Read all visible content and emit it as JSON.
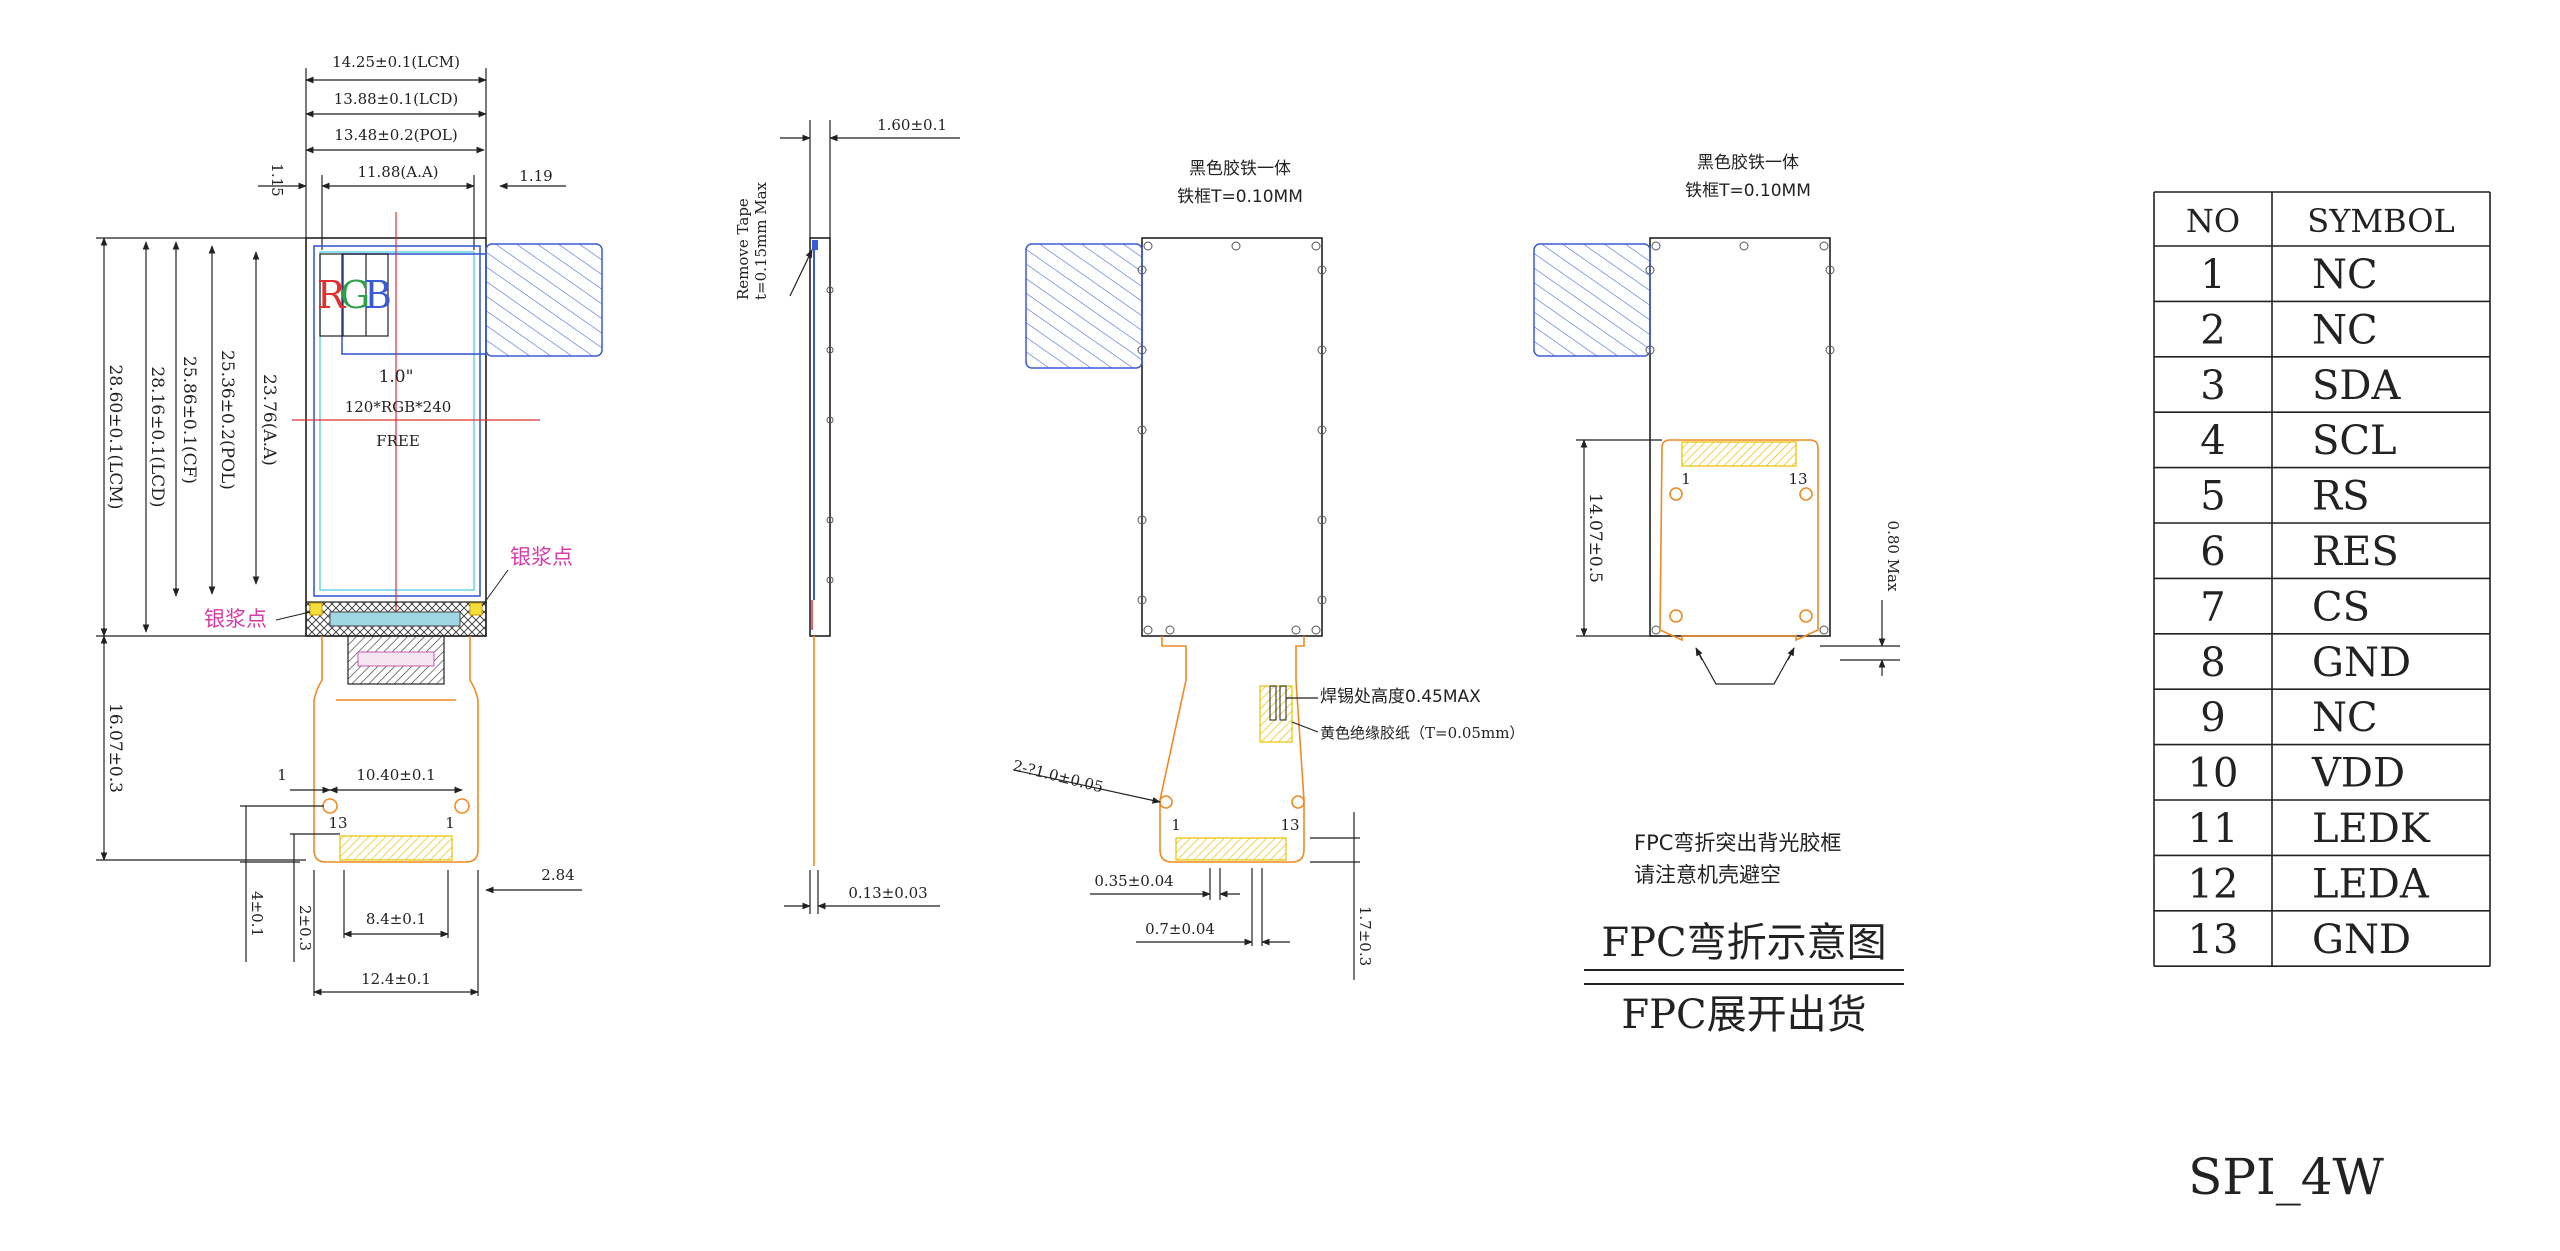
{
  "front_view": {
    "dims_top": [
      "14.25±0.1(LCM)",
      "13.88±0.1(LCD)",
      "13.48±0.2(POL)",
      "11.88(A.A)"
    ],
    "dim_left_gap": "1.15",
    "dim_right_gap": "1.19",
    "dims_vertical": [
      "28.60±0.1(LCM)",
      "28.16±0.1(LCD)",
      "25.86±0.1(CF)",
      "25.36±0.2(POL)",
      "23.76(A.A)"
    ],
    "dim_fpc_length": "16.07±0.3",
    "rgb_letters": [
      "R",
      "G",
      "B"
    ],
    "size_label": "1.0\"",
    "resolution_label": "120*RGB*240",
    "free_label": "FREE",
    "silver_dot_label_left": "银浆点",
    "silver_dot_label_right": "银浆点",
    "pin_first": "13",
    "pin_last": "1",
    "dim_hole_gap": "1",
    "dim_hole_pitch": "10.40±0.1",
    "dim_pad_span": "8.4±0.1",
    "dim_fpc_width": "12.4±0.1",
    "dim_4": "4±0.1",
    "dim_2": "2±0.3",
    "dim_284": "2.84"
  },
  "side_view": {
    "remove_tape": "Remove Tape",
    "tape_thickness": "t=0.15mm Max",
    "dim_thickness": "1.60±0.1",
    "dim_fpc_thickness": "0.13±0.03"
  },
  "back_view_unfolded": {
    "note_line1": "黑色胶铁一体",
    "note_line2": "铁框T=0.10MM",
    "solder_note": "焊锡处高度0.45MAX",
    "insulation_note": "黄色绝缘胶纸（T=0.05mm）",
    "hole_note": "2-?1.0±0.05",
    "pin_first": "1",
    "pin_last": "13",
    "dim_pad_width": "0.35±0.04",
    "dim_pad_pitch": "0.7±0.04",
    "dim_finger": "1.7±0.3"
  },
  "back_view_folded": {
    "note_line1": "黑色胶铁一体",
    "note_line2": "铁框T=0.10MM",
    "pin_first": "1",
    "pin_last": "13",
    "dim_fold_height": "14.07±0.5",
    "dim_max": "0.80 Max"
  },
  "fold_notes": {
    "line1": "FPC弯折突出背光胶框",
    "line2": "请注意机壳避空",
    "title_bent": "FPC弯折示意图",
    "title_flat": "FPC展开出货"
  },
  "pin_table": {
    "headers": [
      "NO",
      "SYMBOL"
    ],
    "rows": [
      [
        "1",
        "NC"
      ],
      [
        "2",
        "NC"
      ],
      [
        "3",
        "SDA"
      ],
      [
        "4",
        "SCL"
      ],
      [
        "5",
        "RS"
      ],
      [
        "6",
        "RES"
      ],
      [
        "7",
        "CS"
      ],
      [
        "8",
        "GND"
      ],
      [
        "9",
        "NC"
      ],
      [
        "10",
        "VDD"
      ],
      [
        "11",
        "LEDK"
      ],
      [
        "12",
        "LEDA"
      ],
      [
        "13",
        "GND"
      ]
    ]
  },
  "interface_mode": "SPI_4W"
}
